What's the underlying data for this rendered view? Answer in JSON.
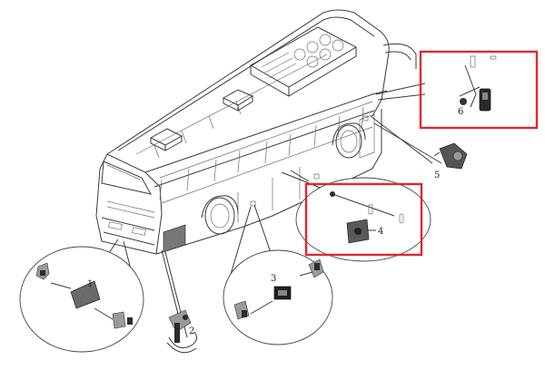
{
  "diagram": {
    "callouts": [
      {
        "id": "1",
        "label": "1"
      },
      {
        "id": "2",
        "label": "2"
      },
      {
        "id": "3",
        "label": "3"
      },
      {
        "id": "4",
        "label": "4"
      },
      {
        "id": "5",
        "label": "5"
      },
      {
        "id": "6",
        "label": "6"
      }
    ],
    "highlight_color": "#e0282d",
    "line_color": "#3a3a3a"
  }
}
